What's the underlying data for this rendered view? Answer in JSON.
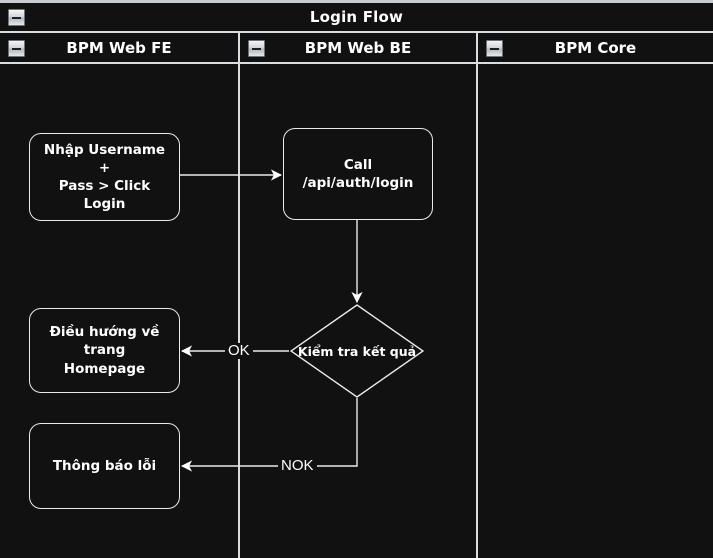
{
  "diagram": {
    "title": "Login Flow",
    "collapse_icon": "minus-square-icon",
    "lanes": [
      {
        "id": "fe",
        "label": "BPM Web FE"
      },
      {
        "id": "be",
        "label": "BPM Web BE"
      },
      {
        "id": "core",
        "label": "BPM Core"
      }
    ],
    "nodes": [
      {
        "id": "input-credentials",
        "lane": "fe",
        "shape": "rounded-rect",
        "text": "Nhập Username +\nPass > Click Login"
      },
      {
        "id": "call-login-api",
        "lane": "be",
        "shape": "rounded-rect",
        "text": "Call /api/auth/login"
      },
      {
        "id": "check-result",
        "lane": "be",
        "shape": "diamond",
        "text": "Kiểm tra kết quả"
      },
      {
        "id": "redirect-homepage",
        "lane": "fe",
        "shape": "rounded-rect",
        "text": "Điều hướng về trang\nHomepage"
      },
      {
        "id": "show-error",
        "lane": "fe",
        "shape": "rounded-rect",
        "text": "Thông báo lỗi"
      }
    ],
    "edges": [
      {
        "from": "input-credentials",
        "to": "call-login-api",
        "label": ""
      },
      {
        "from": "call-login-api",
        "to": "check-result",
        "label": ""
      },
      {
        "from": "check-result",
        "to": "redirect-homepage",
        "label": "OK"
      },
      {
        "from": "check-result",
        "to": "show-error",
        "label": "NOK"
      }
    ],
    "colors": {
      "background": "#111111",
      "stroke": "#e8eaec",
      "text": "#ffffff",
      "frame": "#d9dce0"
    }
  }
}
